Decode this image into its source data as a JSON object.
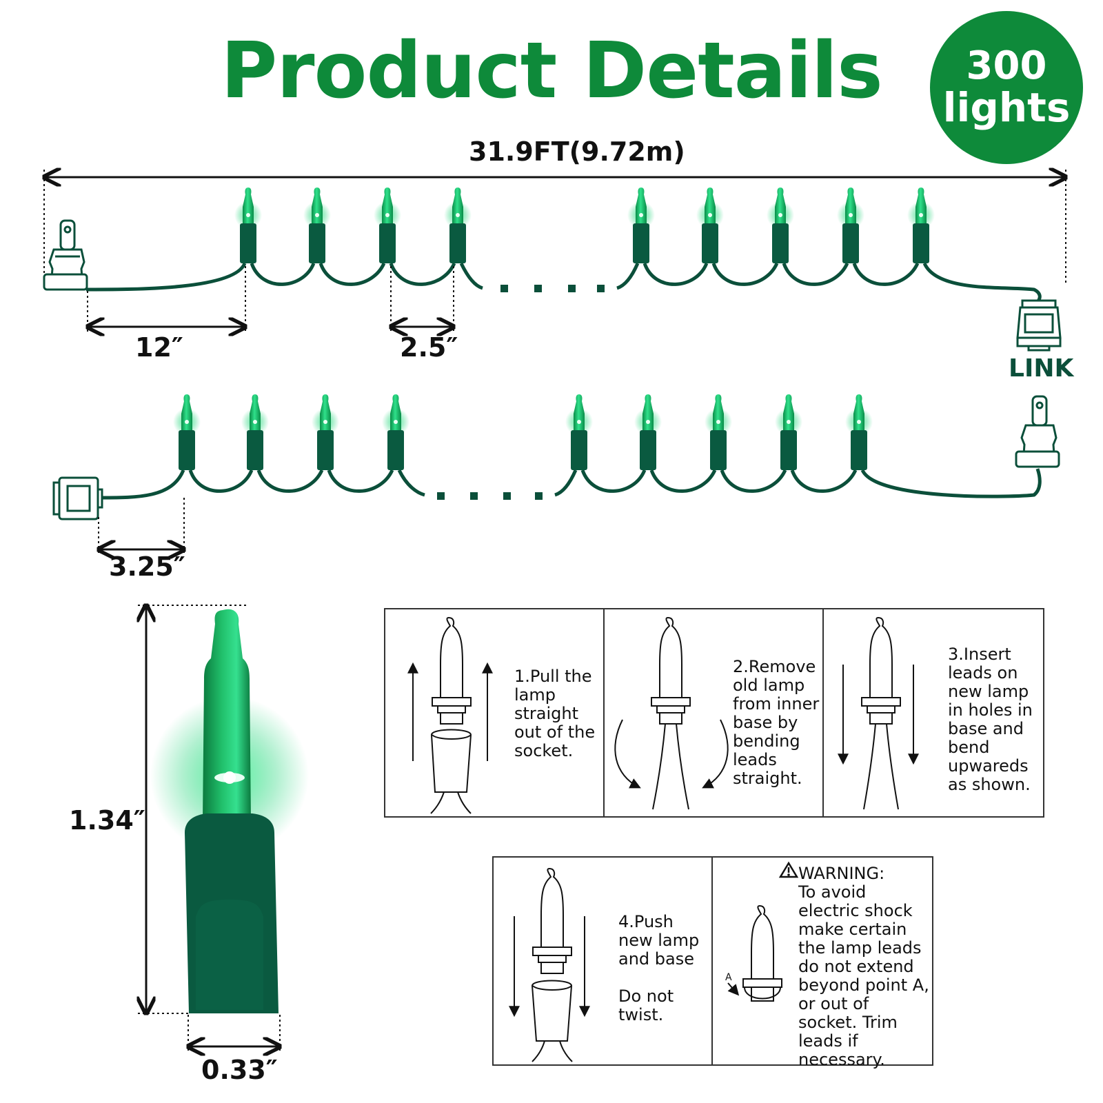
{
  "title": "Product Details",
  "badge": {
    "count": "300",
    "unit": "lights"
  },
  "dimensions": {
    "total_length": "31.9FT(9.72m)",
    "lead_in": "12″",
    "bulb_spacing": "2.5″",
    "lead_out": "3.25″",
    "bulb_height": "1.34″",
    "bulb_width": "0.33″"
  },
  "link_label": "LINK",
  "steps": [
    {
      "text": "1.Pull the\nlamp\nstraight\nout of the\nsocket."
    },
    {
      "text": "2.Remove\nold lamp\nfrom inner\nbase by\nbending\nleads\nstraight."
    },
    {
      "text": "3.Insert\nleads on\nnew lamp\nin holes in\nbase and\nbend\nupwareds\nas shown."
    },
    {
      "text": "4.Push\nnew lamp\nand base\n\nDo not\ntwist."
    }
  ],
  "warning": {
    "heading": "WARNING:",
    "text": "To avoid\nelectric shock\nmake certain\nthe lamp leads\ndo not extend\nbeyond point A,\nor out of\nsocket. Trim\nleads if\nnecessary.",
    "point_label": "A"
  },
  "colors": {
    "brand_green": "#0e8a3a",
    "wire_green": "#0b4f3a",
    "bulb_green": "#19c46a"
  }
}
